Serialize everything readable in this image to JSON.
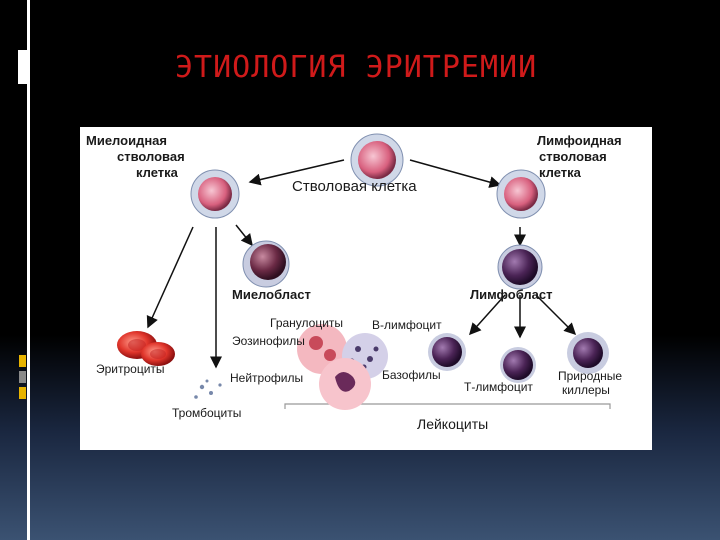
{
  "title": "ЭТИОЛОГИЯ ЭРИТРЕМИИ",
  "diagram": {
    "stem_cell": "Стволовая клетка",
    "myeloid": [
      "Миелоидная",
      "стволовая",
      "клетка"
    ],
    "lymphoid": [
      "Лимфоидная",
      "стволовая",
      "клетка"
    ],
    "myeloblast": "Миелобласт",
    "lymphoblast": "Лимфобласт",
    "granulocytes": "Гранулоциты",
    "eosinophils": "Эозинофилы",
    "neutrophils": "Нейтрофилы",
    "basophils": "Базофилы",
    "erythrocytes": "Эритроциты",
    "thrombocytes": "Тромбоциты",
    "b_lymphocyte": "В-лимфоцит",
    "t_lymphocyte": "Т-лимфоцит",
    "nk": [
      "Природные",
      "киллеры"
    ],
    "leukocytes": "Лейкоциты"
  },
  "colors": {
    "title": "#cf1a1a",
    "accent": "#e8b400"
  }
}
